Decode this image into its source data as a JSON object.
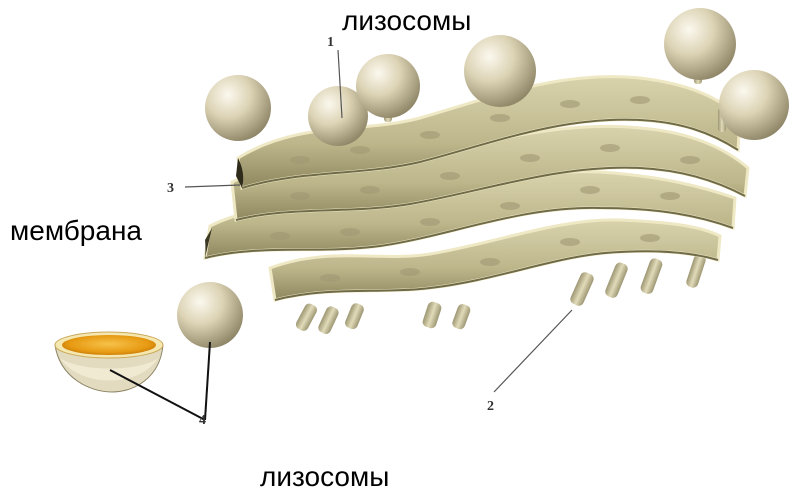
{
  "labels": {
    "top_lysosomes": "лизосомы",
    "membrane": "мембрана",
    "bottom_lysosomes": "лизосомы"
  },
  "markers": {
    "n1": "1",
    "n2": "2",
    "n3": "3",
    "n4": "4"
  },
  "colors": {
    "cisterna_fill": "#c9c39a",
    "cisterna_edge": "#efe8c4",
    "cisterna_shadow": "#6f6a48",
    "vesicle": "#ddd4b6",
    "vesicle_highlight": "#f7f2e2",
    "vesicle_shadow": "#8d8466",
    "cut_vesicle_core": "#e79a12"
  }
}
